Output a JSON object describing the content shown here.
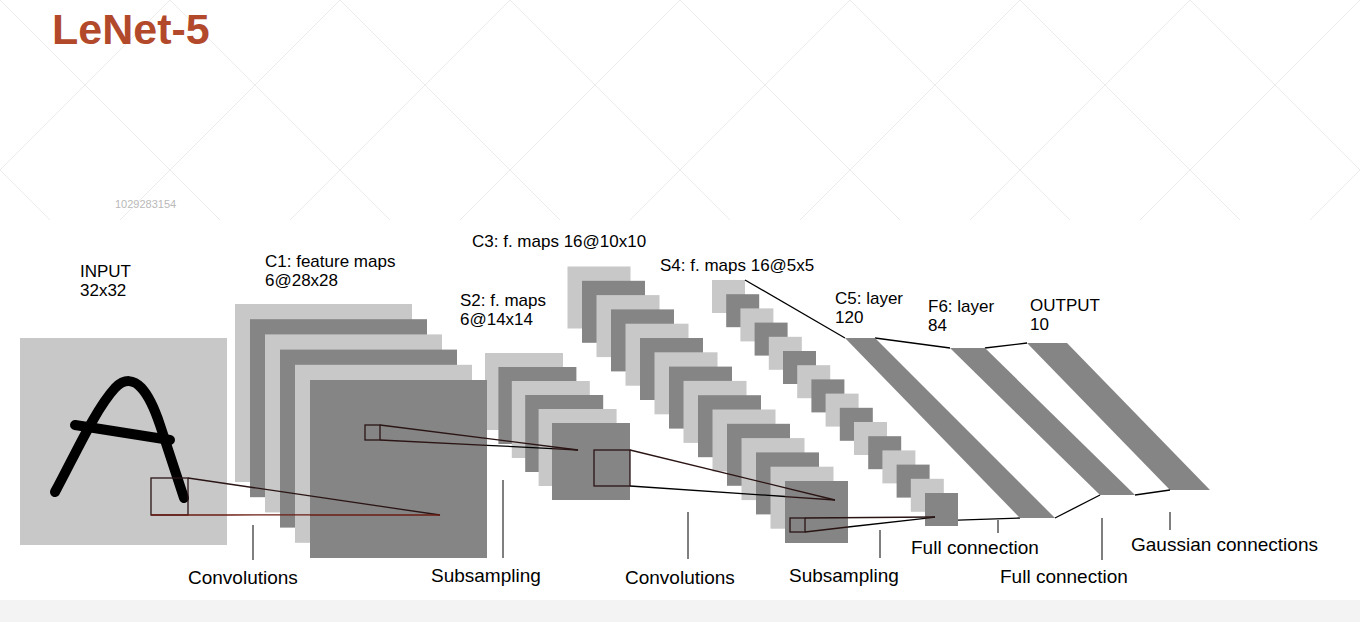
{
  "diagram": {
    "title": "LeNet-5",
    "nodes": [
      {
        "text": [
          "INPUT 32x32"
        ]
      },
      {
        "text": [
          "C1: feature maps 6@28x28"
        ]
      },
      {
        "text": [
          "S2: f. maps 6@14x14"
        ]
      },
      {
        "text": [
          "C3: f. maps 16@10x10"
        ]
      },
      {
        "text": [
          "S4: f. maps 16@5x5"
        ]
      },
      {
        "text": [
          "C5: layer 120"
        ]
      },
      {
        "text": [
          "F6: layer 84"
        ]
      },
      {
        "text": [
          "OUTPUT 10"
        ]
      }
    ],
    "edges": [
      {
        "from": 0,
        "to": 1,
        "arrow": "none"
      },
      {
        "from": 1,
        "to": 2,
        "arrow": "none"
      },
      {
        "from": 2,
        "to": 3,
        "arrow": "none"
      },
      {
        "from": 3,
        "to": 4,
        "arrow": "none"
      },
      {
        "from": 4,
        "to": 5,
        "arrow": "none"
      },
      {
        "from": 5,
        "to": 6,
        "arrow": "none"
      },
      {
        "from": 6,
        "to": 7,
        "arrow": "none"
      }
    ],
    "labels": [
      "1029283154",
      "Convolutions",
      "Subsampling",
      "Convolutions",
      "Subsampling",
      "Full connection",
      "Full connection",
      "Gaussian connections"
    ]
  }
}
